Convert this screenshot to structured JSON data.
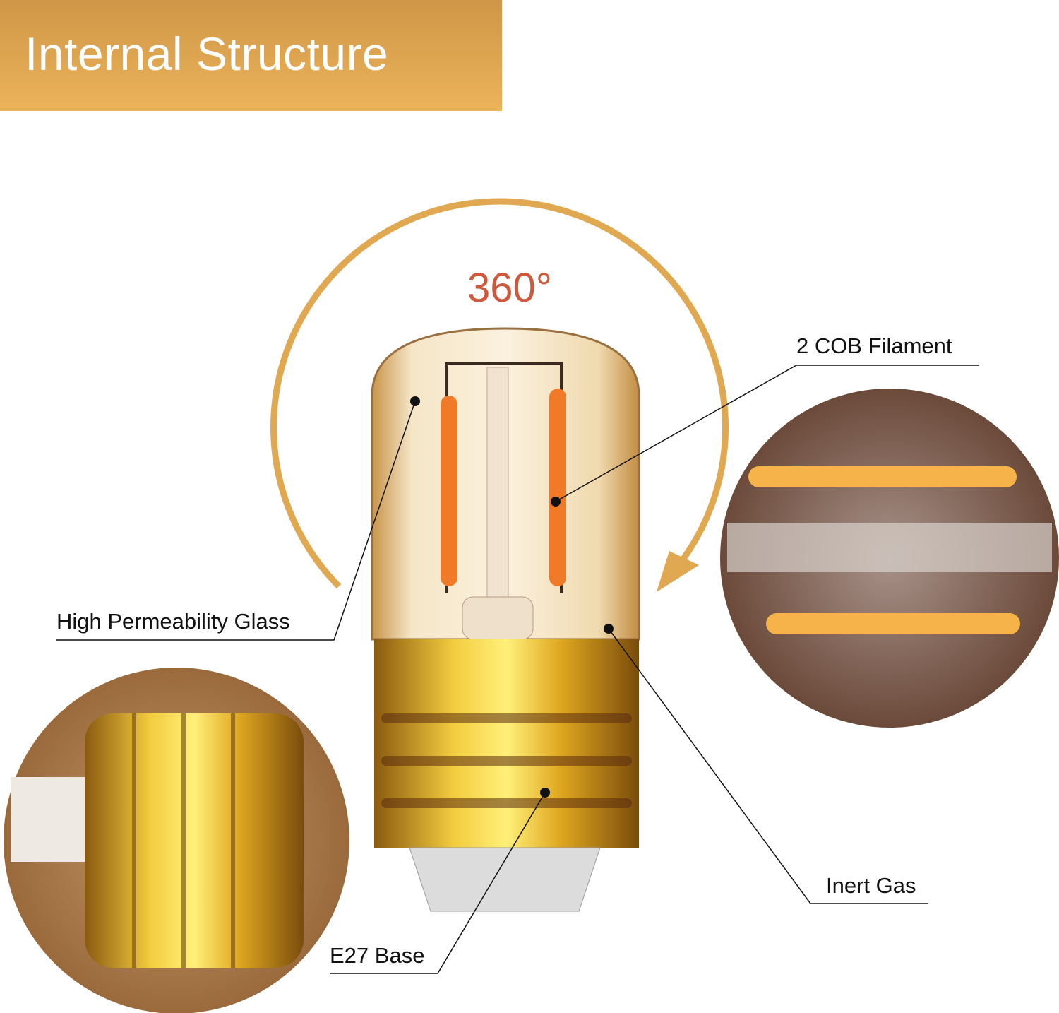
{
  "title": "Internal Structure",
  "rotation_label": "360°",
  "labels": {
    "filament": "2 COB Filament",
    "glass": "High Permeability Glass",
    "gas": "Inert Gas",
    "base": "E27 Base"
  },
  "colors": {
    "accent": "#e0a850",
    "degree": "#d0583a",
    "filament": "#f07a28",
    "base": "#d9a520"
  }
}
